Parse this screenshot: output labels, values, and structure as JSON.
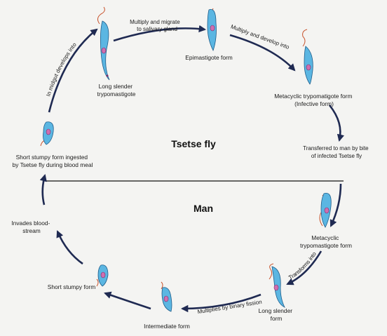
{
  "regions": {
    "top": "Tsetse fly",
    "bottom": "Man"
  },
  "stages": {
    "long_slender_fly": [
      "Long slender",
      "trypomastigote"
    ],
    "epimastigote": [
      "Epimastigote form"
    ],
    "metacyclic_fly": [
      "Metacyclic trypomatigote form",
      "(Infective form)"
    ],
    "short_stumpy_ingested": [
      "Short stumpy form ingested",
      "by Tsetse fly during blood meal"
    ],
    "metacyclic_man": [
      "Metacyclic",
      "trypomastigote form"
    ],
    "long_slender_man": [
      "Long slender",
      "form"
    ],
    "intermediate": [
      "Intermediate form"
    ],
    "short_stumpy": [
      "Short stumpy form"
    ],
    "invades": [
      "Invades blood-",
      "stream"
    ]
  },
  "transitions": {
    "multiply_migrate": [
      "Multiply and migrate",
      "to salivary gland"
    ],
    "multiply_develop": "Multiply and develop into",
    "transferred": [
      "Transferred to man by bite",
      "of  infected Tsetse fly"
    ],
    "transforms": "Transforms into",
    "binary_fission": "Multiplies by binary fission",
    "midgut": "In midgut develops into"
  }
}
